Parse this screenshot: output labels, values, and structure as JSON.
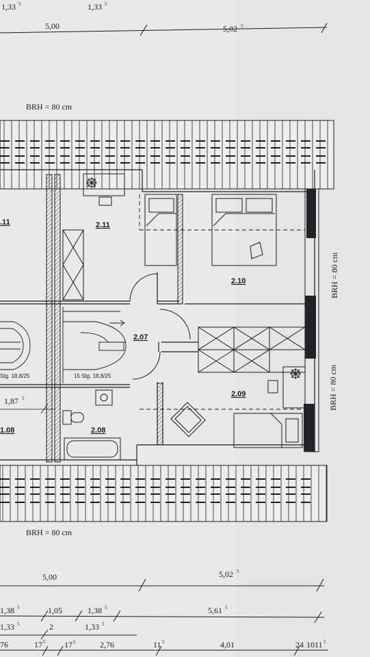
{
  "colors": {
    "paper": "#e9e9ec",
    "ink": "#1b1b1e",
    "wall": "#3a3a3e"
  },
  "top_partial": {
    "left": "1,33",
    "left_sup": "5",
    "mid": "1,33",
    "mid_sup": "5"
  },
  "dims_top": {
    "a": "5,00",
    "b": "5,02",
    "b_sup": "5"
  },
  "brh": {
    "top": "BRH = 80 cm",
    "bottom": "BRH = 80 cm",
    "right_upper": "BRH = 80 cm",
    "right_lower": "BRH = 80 cm"
  },
  "rooms": {
    "r211a": ".11",
    "r211": "2.11",
    "r210": "2.10",
    "r207": "2.07",
    "r209": "2.09",
    "r208": "2.08",
    "r108": "1.08"
  },
  "stairs": {
    "left": "Stg. 18,8/25",
    "right": "15 Stg. 18,8/25"
  },
  "dim_inside": {
    "value": "1,87",
    "sup": "5"
  },
  "dims_bottom": {
    "row1_a": "5,00",
    "row1_b": "5,02",
    "row1_b_sup": "5",
    "row2": [
      "1,38",
      "1,05",
      "1,38",
      "5,61"
    ],
    "row2_sups": [
      "5",
      "",
      "5",
      "5"
    ],
    "row3": [
      "1,33",
      "2",
      "1,33"
    ],
    "row3_sups": [
      "5",
      "",
      "5"
    ],
    "row4": [
      "76",
      "17",
      "17",
      "2,76",
      "11",
      "4,01",
      "24",
      "10",
      "11"
    ],
    "row4_sups": [
      "",
      "5",
      "5",
      "",
      "5",
      "",
      "",
      "",
      "5"
    ]
  }
}
